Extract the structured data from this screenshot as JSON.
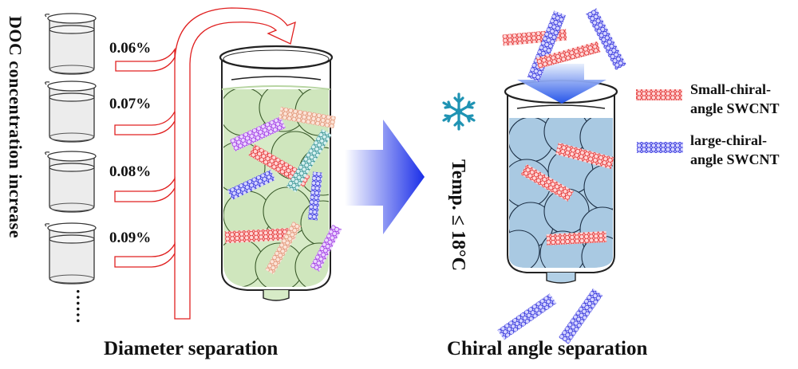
{
  "left_axis_label": "DOC concentration increase",
  "concentrations": [
    "0.06%",
    "0.07%",
    "0.08%",
    "0.09%"
  ],
  "more_indicator": "……",
  "diameter_caption": "Diameter separation",
  "chiral_caption": "Chiral angle separation",
  "temperature_label": "Temp. ≤ 18°C",
  "legend": [
    {
      "line1": "Small-chiral-",
      "line2": "angle SWCNT",
      "color": "#e83a3a"
    },
    {
      "line1": "large-chiral-",
      "line2": "angle SWCNT",
      "color": "#3a3ae0"
    }
  ],
  "colors": {
    "pipe": "#e02020",
    "gel_green": "#d4e8c4",
    "gel_blue": "#a9cbe3",
    "arrow_blue": "#1a3cf0",
    "snowflake": "#1f93b3",
    "purple_tube": "#a040e0",
    "teal_tube": "#3a9a9a",
    "tan_tube": "#e8a888"
  },
  "icons": {
    "snowflake": "snowflake-icon",
    "arrow": "right-arrow-icon"
  }
}
